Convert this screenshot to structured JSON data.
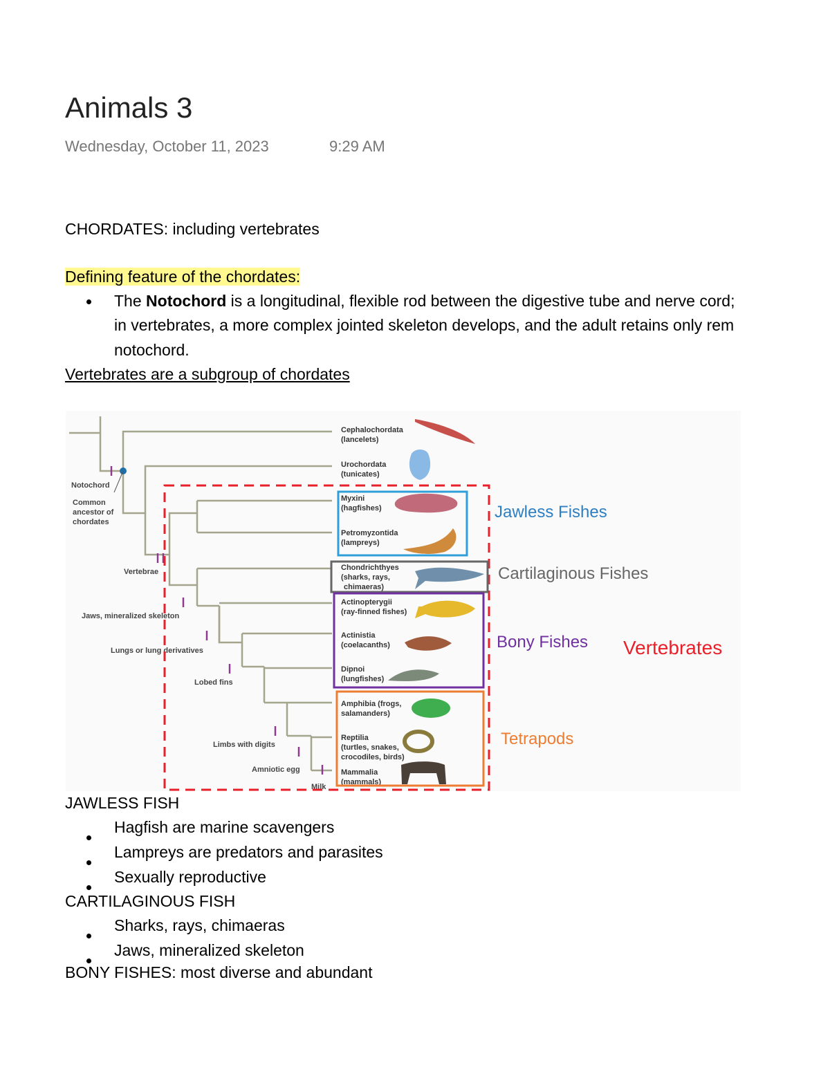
{
  "page": {
    "title": "Animals 3",
    "date": "Wednesday, October 11, 2023",
    "time": "9:29 AM"
  },
  "content": {
    "chordates_heading": "CHORDATES: including vertebrates",
    "defining_feature": "Defining feature of the chordates:",
    "notochord_bullet": {
      "pre": "The ",
      "bold": "Notochord",
      "post": " is a longitudinal, flexible rod between the digestive tube and nerve cord;",
      "line2": "in vertebrates, a more complex jointed skeleton develops, and the adult retains only rem",
      "line3": "notochord."
    },
    "vertebrates_note": "Vertebrates are a subgroup of chordates",
    "jawless": {
      "heading": "JAWLESS FISH",
      "items": [
        "Hagfish are marine scavengers",
        "Lampreys are predators and parasites",
        "Sexually reproductive"
      ]
    },
    "cartilaginous": {
      "heading": "CARTILAGINOUS FISH",
      "items": [
        "Sharks, rays, chimaeras",
        "Jaws, mineralized skeleton"
      ]
    },
    "bony": {
      "heading": "BONY FISHES: most diverse and abundant"
    }
  },
  "figure": {
    "taxa": [
      {
        "line1": "Cephalochordata",
        "line2": "(lancelets)"
      },
      {
        "line1": "Urochordata",
        "line2": "(tunicates)"
      },
      {
        "line1": "Myxini",
        "line2": "(hagfishes)"
      },
      {
        "line1": "Petromyzontida",
        "line2": "(lampreys)"
      },
      {
        "line1": "Chondrichthyes",
        "line2": "(sharks, rays,",
        "line3": "chimaeras)"
      },
      {
        "line1": "Actinopterygii",
        "line2": "(ray-finned fishes)"
      },
      {
        "line1": "Actinistia",
        "line2": "(coelacanths)"
      },
      {
        "line1": "Dipnoi",
        "line2": "(lungfishes)"
      },
      {
        "line1": "Amphibia (frogs,",
        "line2": "salamanders)"
      },
      {
        "line1": "Reptilia",
        "line2": "(turtles, snakes,",
        "line3": "crocodiles, birds)"
      },
      {
        "line1": "Mammalia",
        "line2": "(mammals)"
      }
    ],
    "traits": {
      "notochord": "Notochord",
      "ancestor1": "Common",
      "ancestor2": "ancestor of",
      "ancestor3": "chordates",
      "vertebrae": "Vertebrae",
      "jaws": "Jaws, mineralized skeleton",
      "lungs": "Lungs or lung derivatives",
      "lobed": "Lobed fins",
      "limbs": "Limbs with digits",
      "amniotic": "Amniotic egg",
      "milk": "Milk"
    },
    "groups": {
      "jawless": "Jawless Fishes",
      "cartilaginous": "Cartilaginous Fishes",
      "bony": "Bony Fishes",
      "vertebrates": "Vertebrates",
      "tetrapods": "Tetrapods"
    },
    "colors": {
      "jawless": "#2e9fd8",
      "cartilaginous": "#666666",
      "bony": "#7030a0",
      "vertebrates": "#e8202a",
      "tetrapods": "#ed7d31",
      "tree": "#a5a58d",
      "trait_mark": "#8e3a8e"
    }
  }
}
